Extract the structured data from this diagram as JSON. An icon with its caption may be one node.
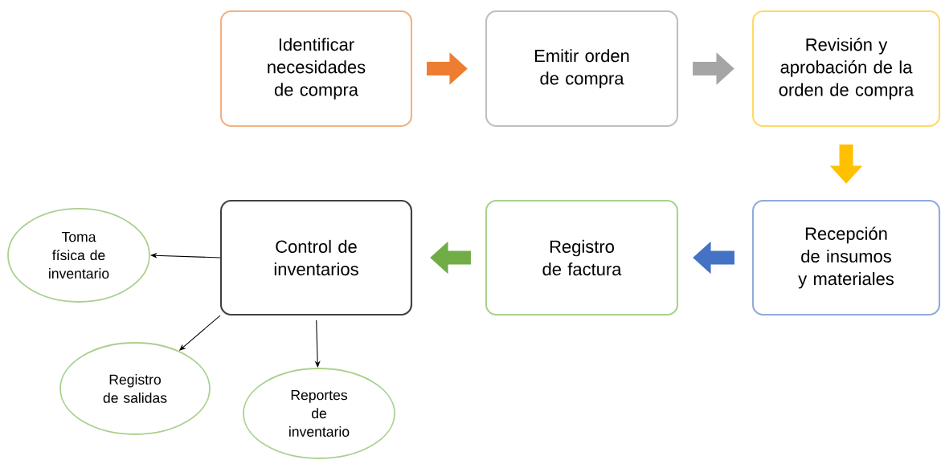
{
  "diagram": {
    "nodes": [
      {
        "text": [
          "Identificar necesidades de compra"
        ]
      },
      {
        "text": [
          "Emitir orden de compra"
        ]
      },
      {
        "text": [
          "Revisión y aprobación de la orden de compra"
        ]
      },
      {
        "text": [
          "Recepción de insumos y materiales"
        ]
      },
      {
        "text": [
          "Registro de factura"
        ]
      },
      {
        "text": [
          "Control de inventarios"
        ]
      },
      {
        "text": [
          "Toma física de inventario"
        ]
      },
      {
        "text": [
          "Registro de salidas"
        ]
      },
      {
        "text": [
          "Reportes de inventario"
        ]
      }
    ],
    "edges": [
      {
        "from": 0,
        "to": 1,
        "arrow": "to",
        "color": "#ed7d31"
      },
      {
        "from": 1,
        "to": 2,
        "arrow": "to",
        "color": "#a5a5a5"
      },
      {
        "from": 2,
        "to": 3,
        "arrow": "to",
        "color": "#ffc000"
      },
      {
        "from": 3,
        "to": 4,
        "arrow": "to",
        "color": "#4472c4"
      },
      {
        "from": 4,
        "to": 5,
        "arrow": "to",
        "color": "#70ad47"
      },
      {
        "from": 5,
        "to": 6,
        "arrow": "to"
      },
      {
        "from": 5,
        "to": 7,
        "arrow": "to"
      },
      {
        "from": 5,
        "to": 8,
        "arrow": "to"
      }
    ]
  }
}
